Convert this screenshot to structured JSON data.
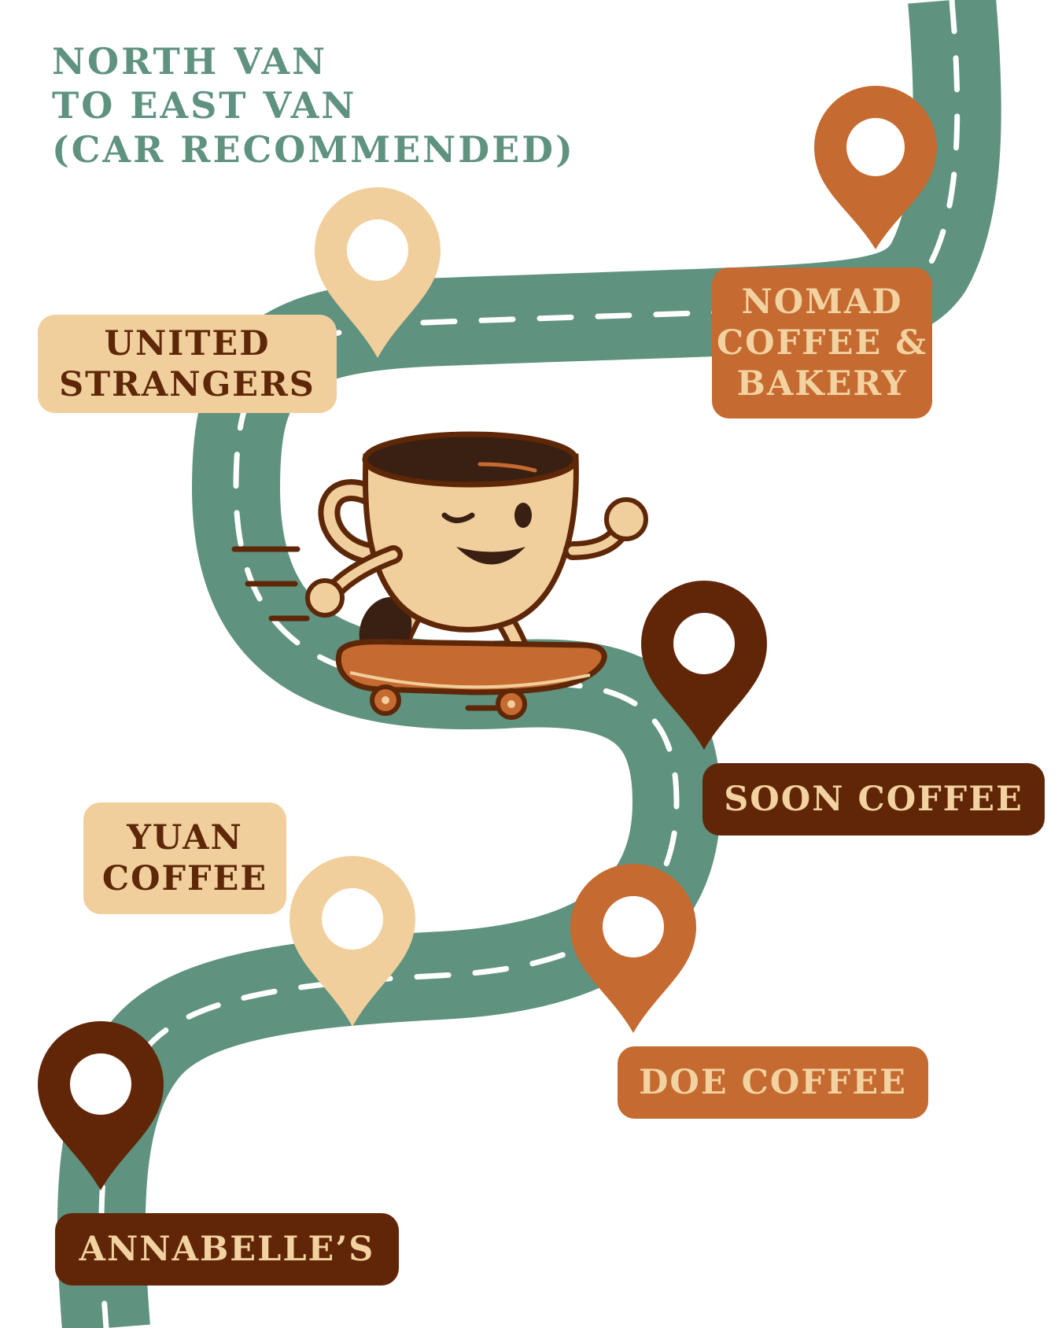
{
  "title": {
    "lines": [
      "NORTH VAN",
      "TO EAST VAN",
      "(CAR RECOMMENDED)"
    ]
  },
  "colors": {
    "road": "#5f927f",
    "road_dash": "#ffffff",
    "title": "#5f927f",
    "cream": "#f0cf9d",
    "orange": "#c56a30",
    "dark_brown": "#612608"
  },
  "stops": [
    {
      "name_lines": [
        "NOMAD",
        "COFFEE &",
        "BAKERY"
      ],
      "pin_color": "orange",
      "label_style": "orange"
    },
    {
      "name_lines": [
        "UNITED",
        "STRANGERS"
      ],
      "pin_color": "cream",
      "label_style": "light"
    },
    {
      "name_lines": [
        "SOON COFFEE"
      ],
      "pin_color": "dark_brown",
      "label_style": "dark"
    },
    {
      "name_lines": [
        "YUAN",
        "COFFEE"
      ],
      "pin_color": "cream",
      "label_style": "light"
    },
    {
      "name_lines": [
        "DOE COFFEE"
      ],
      "pin_color": "orange",
      "label_style": "orange"
    },
    {
      "name_lines": [
        "ANNABELLE’S"
      ],
      "pin_color": "dark_brown",
      "label_style": "dark"
    }
  ],
  "mascot": {
    "icon": "skateboarding-coffee-cup-icon"
  }
}
